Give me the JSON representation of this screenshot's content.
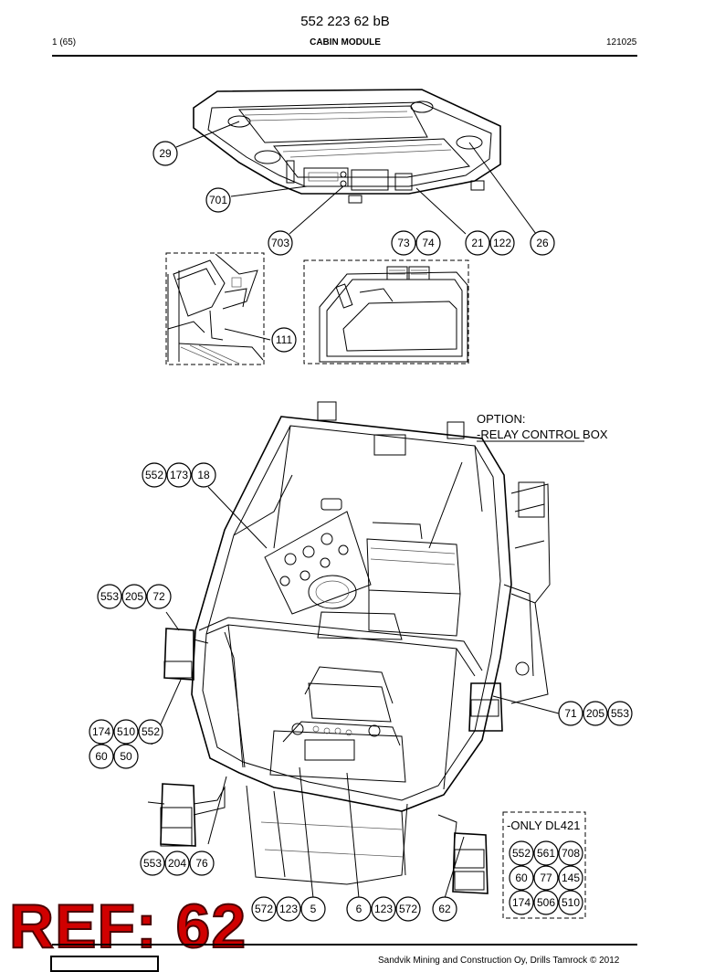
{
  "header": {
    "doc_number": "552 223 62 bB",
    "page": "1 (65)",
    "title": "CABIN MODULE",
    "code": "121025"
  },
  "notes": {
    "option_line1": "OPTION:",
    "option_line2": "-RELAY CONTROL BOX",
    "only_model": "-ONLY DL421"
  },
  "callouts": {
    "c29": "29",
    "c701": "701",
    "c703": "703",
    "c73": "73",
    "c74": "74",
    "c21": "21",
    "c122": "122",
    "c26": "26",
    "c111": "111",
    "c552a": "552",
    "c173": "173",
    "c18": "18",
    "c553a": "553",
    "c205a": "205",
    "c72": "72",
    "c174a": "174",
    "c510a": "510",
    "c552b": "552",
    "c60a": "60",
    "c50": "50",
    "c553b": "553",
    "c204": "204",
    "c76": "76",
    "c572a": "572",
    "c123a": "123",
    "c5": "5",
    "c6": "6",
    "c123b": "123",
    "c572b": "572",
    "c62": "62",
    "c71": "71",
    "c205b": "205",
    "c553c": "553",
    "c552c": "552",
    "c561": "561",
    "c708": "708",
    "c60b": "60",
    "c77": "77",
    "c145": "145",
    "c174b": "174",
    "c506": "506",
    "c510b": "510"
  },
  "ref_stamp": "REF: 62",
  "footer": {
    "company": "Sandvik Mining and Construction Oy, Drills Tamrock © 2012"
  }
}
